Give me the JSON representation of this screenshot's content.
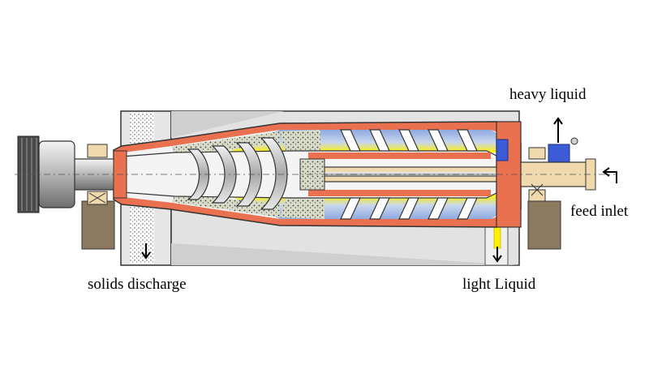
{
  "labels": {
    "heavy_liquid": "heavy liquid",
    "feed_inlet": "feed inlet",
    "solids_discharge": "solids discharge",
    "light_liquid": "light Liquid"
  },
  "colors": {
    "casing": "#e6e6e6",
    "bowl_wall": "#e9714f",
    "liquid_blue": "#a9bfe6",
    "liquid_yellow": "#fff200",
    "solids": "#c9cbb9",
    "shaft": "#d0d0d0",
    "base": "#8c7a60",
    "feed_pipe": "#efd9ad",
    "heavy_outlet": "#3b5bd6"
  }
}
